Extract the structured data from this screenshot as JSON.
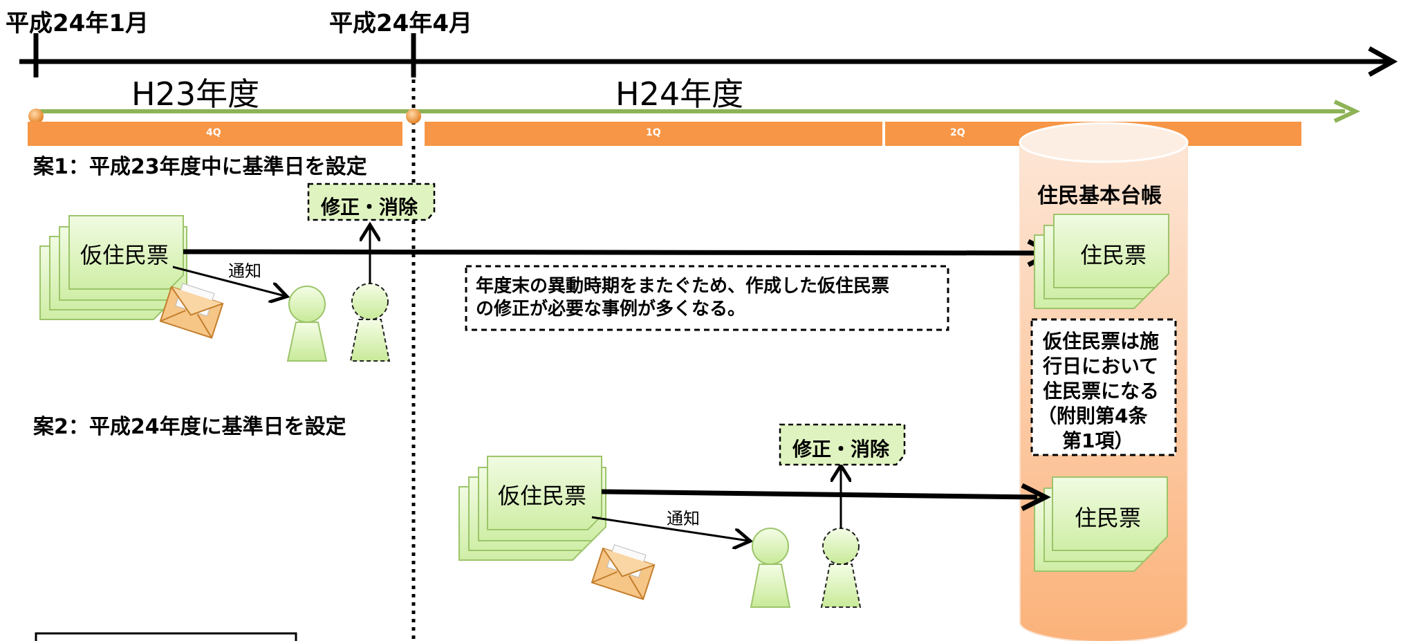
{
  "timeline": {
    "start_label": "平成24年1月",
    "split_label": "平成24年4月",
    "fy_prev": "H23年度",
    "fy_next": "H24年度",
    "quarters": [
      "4Q",
      "1Q",
      "2Q"
    ]
  },
  "plan1": {
    "title": "案1：平成23年度中に基準日を設定",
    "doc_label": "仮住民票",
    "notice_label": "通知",
    "correction_label": "修正・消除",
    "note": [
      "年度末の異動時期をまたぐため、作成した仮住民票",
      "の修正が必要な事例が多くなる。"
    ]
  },
  "plan2": {
    "title": "案2：平成24年度に基準日を設定",
    "doc_label": "仮住民票",
    "notice_label": "通知",
    "correction_label": "修正・消除"
  },
  "registry": {
    "title": "住民基本台帳",
    "record_label_1": "住民票",
    "record_label_2": "住民票",
    "note_lines": [
      "仮住民票は施",
      "行日において",
      "住民票になる",
      "（附則第4条",
      "　第1項）"
    ]
  },
  "colors": {
    "quarter_bar": "#f79646",
    "green_arrow": "#8db356",
    "doc_fill": "#dff3c0",
    "doc_stroke": "#9cc46a",
    "cylinder_top": "#fde5d3",
    "cylinder_bottom": "#fbb27a"
  },
  "icons": [
    "envelope-icon",
    "person-icon",
    "dashed-person-icon"
  ]
}
